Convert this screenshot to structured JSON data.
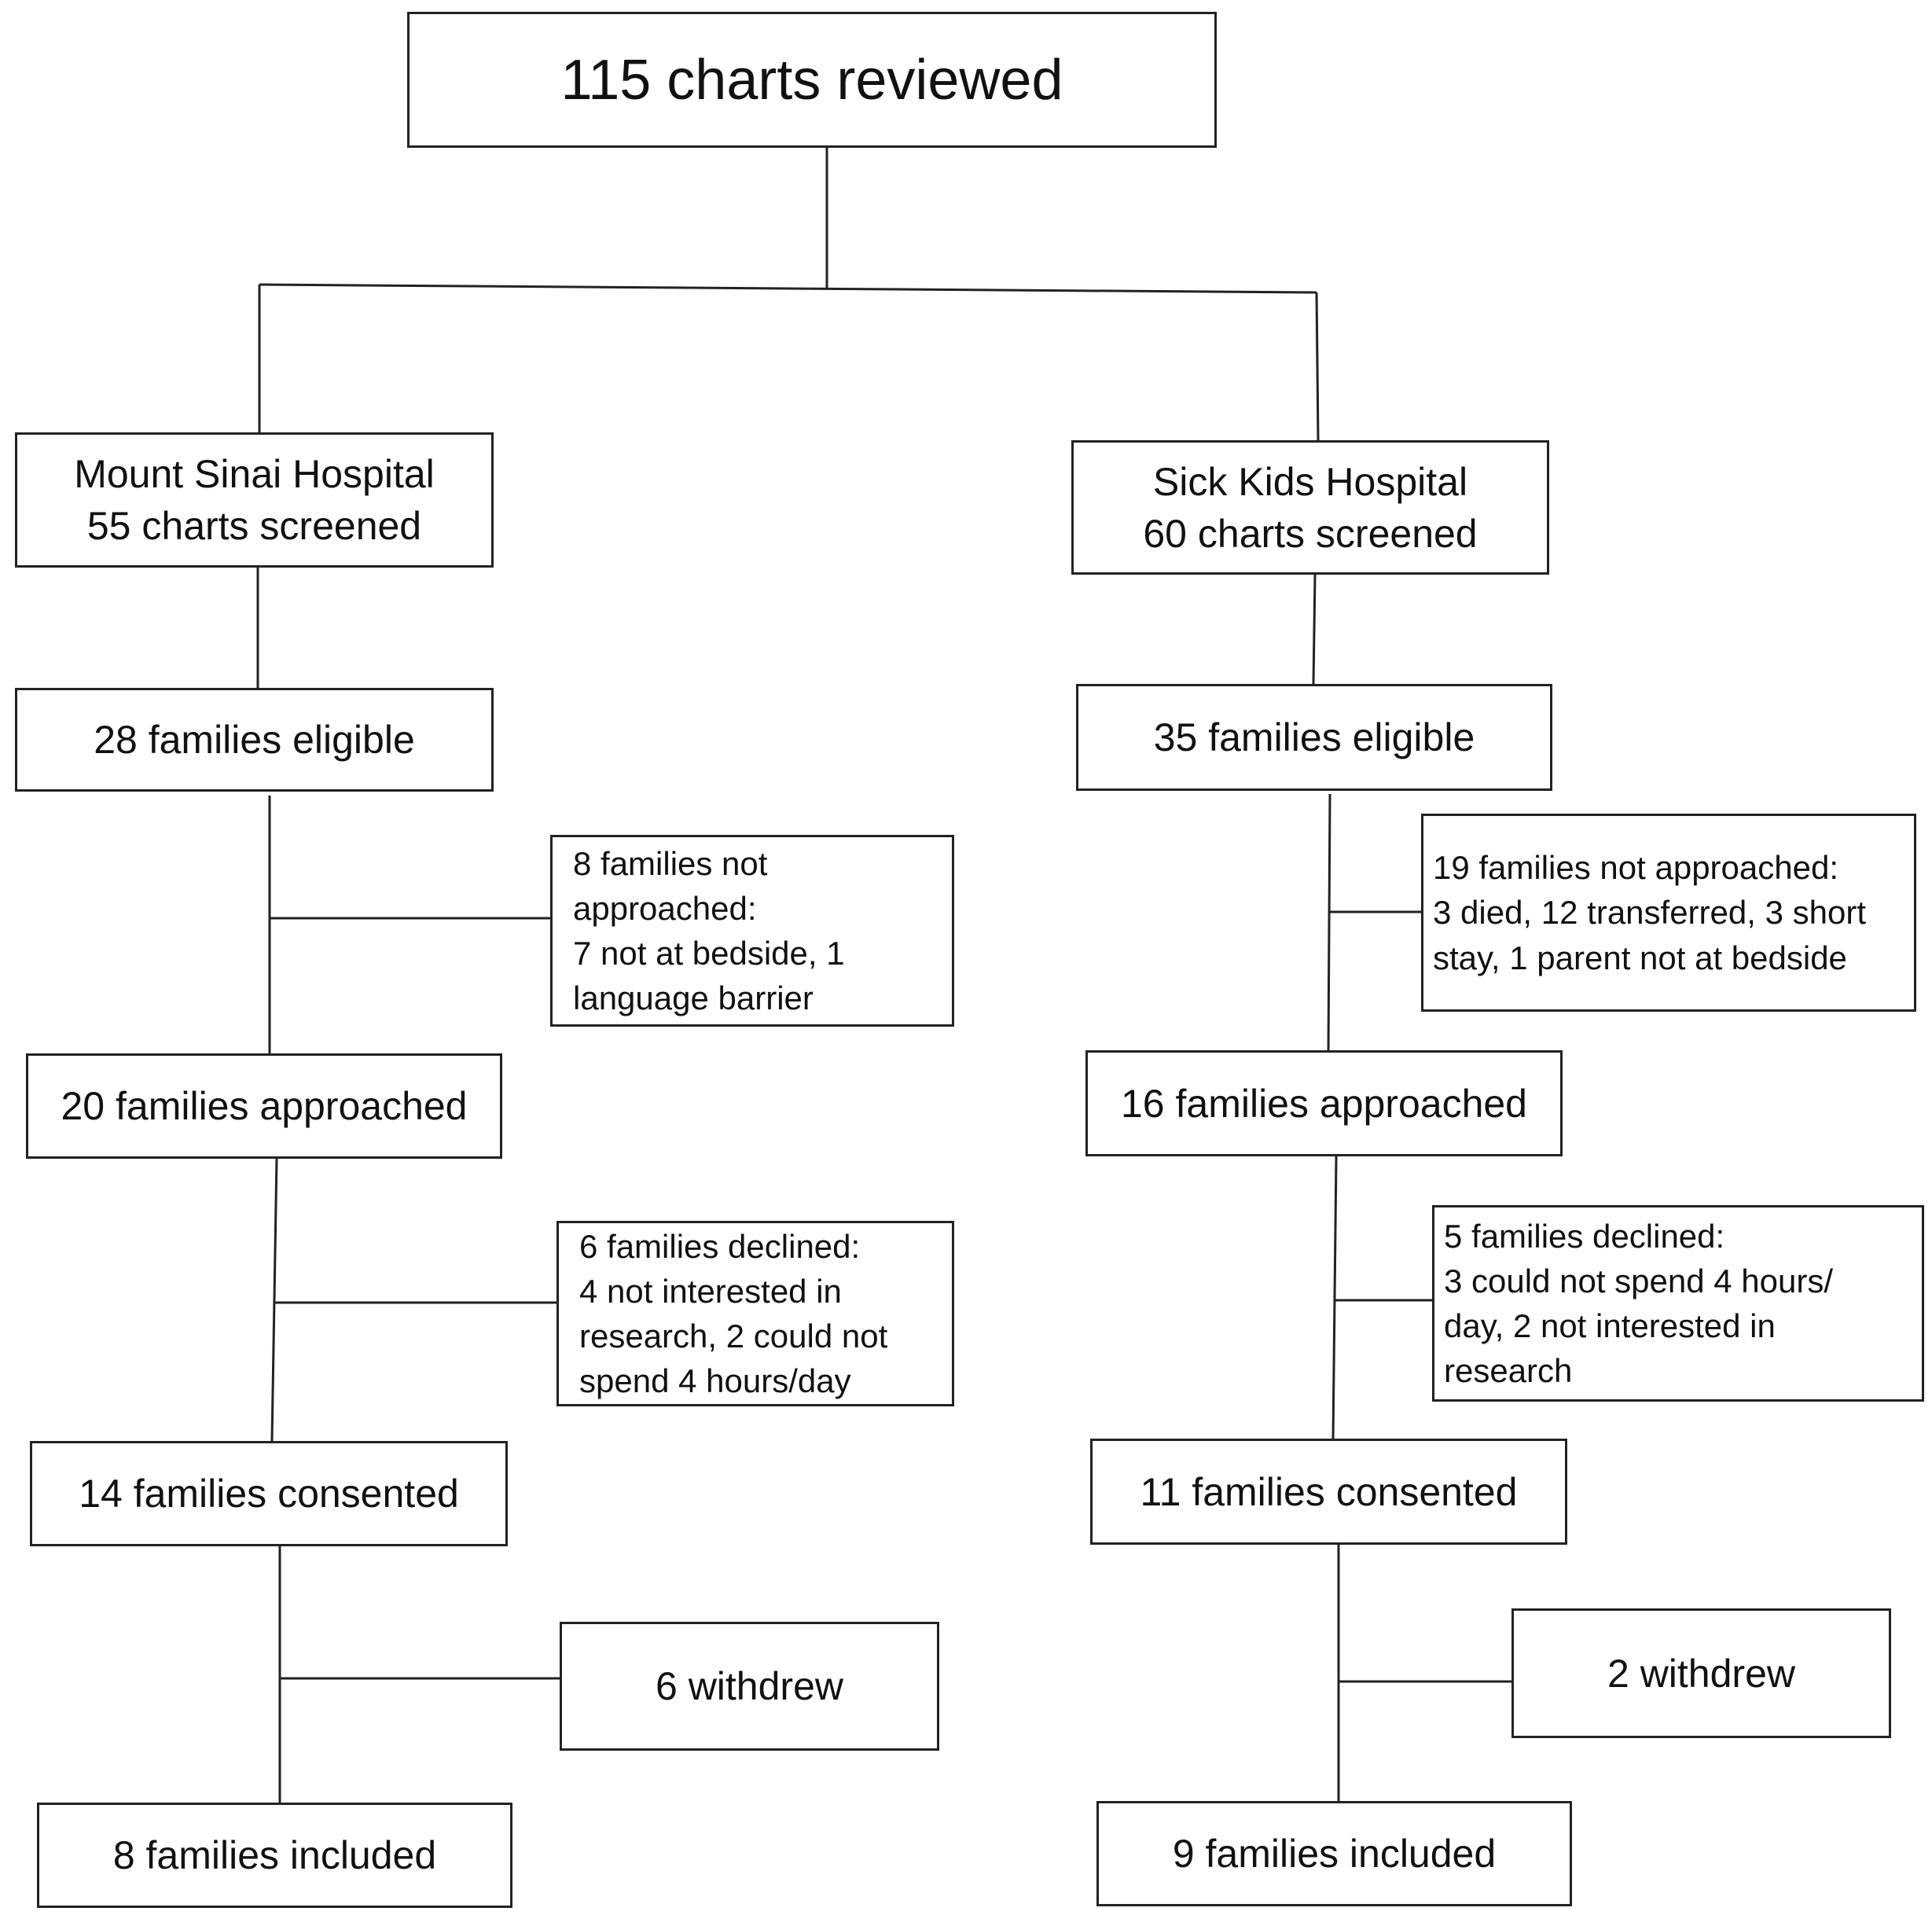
{
  "top": {
    "title": "115 charts reviewed"
  },
  "left": {
    "hospital": [
      "Mount Sinai Hospital",
      "55 charts screened"
    ],
    "eligible": "28 families eligible",
    "not_approached": [
      "8 families not",
      "approached:",
      "7 not at bedside, 1",
      "language barrier"
    ],
    "approached": "20 families approached",
    "declined": [
      "6 families declined:",
      "4 not interested in",
      "research, 2 could not",
      "spend 4 hours/day"
    ],
    "consented": "14 families consented",
    "withdrew": "6 withdrew",
    "included": "8 families included"
  },
  "right": {
    "hospital": [
      "Sick Kids Hospital",
      "60 charts screened"
    ],
    "eligible": "35 families eligible",
    "not_approached": [
      "19 families not approached:",
      "3 died, 12 transferred, 3 short",
      "stay, 1 parent not at bedside"
    ],
    "approached": "16 families approached",
    "declined": [
      "5 families declined:",
      "3 could not spend 4 hours/",
      "day, 2 not interested in",
      "research"
    ],
    "consented": "11 families consented",
    "withdrew": "2 withdrew",
    "included": "9 families included"
  }
}
